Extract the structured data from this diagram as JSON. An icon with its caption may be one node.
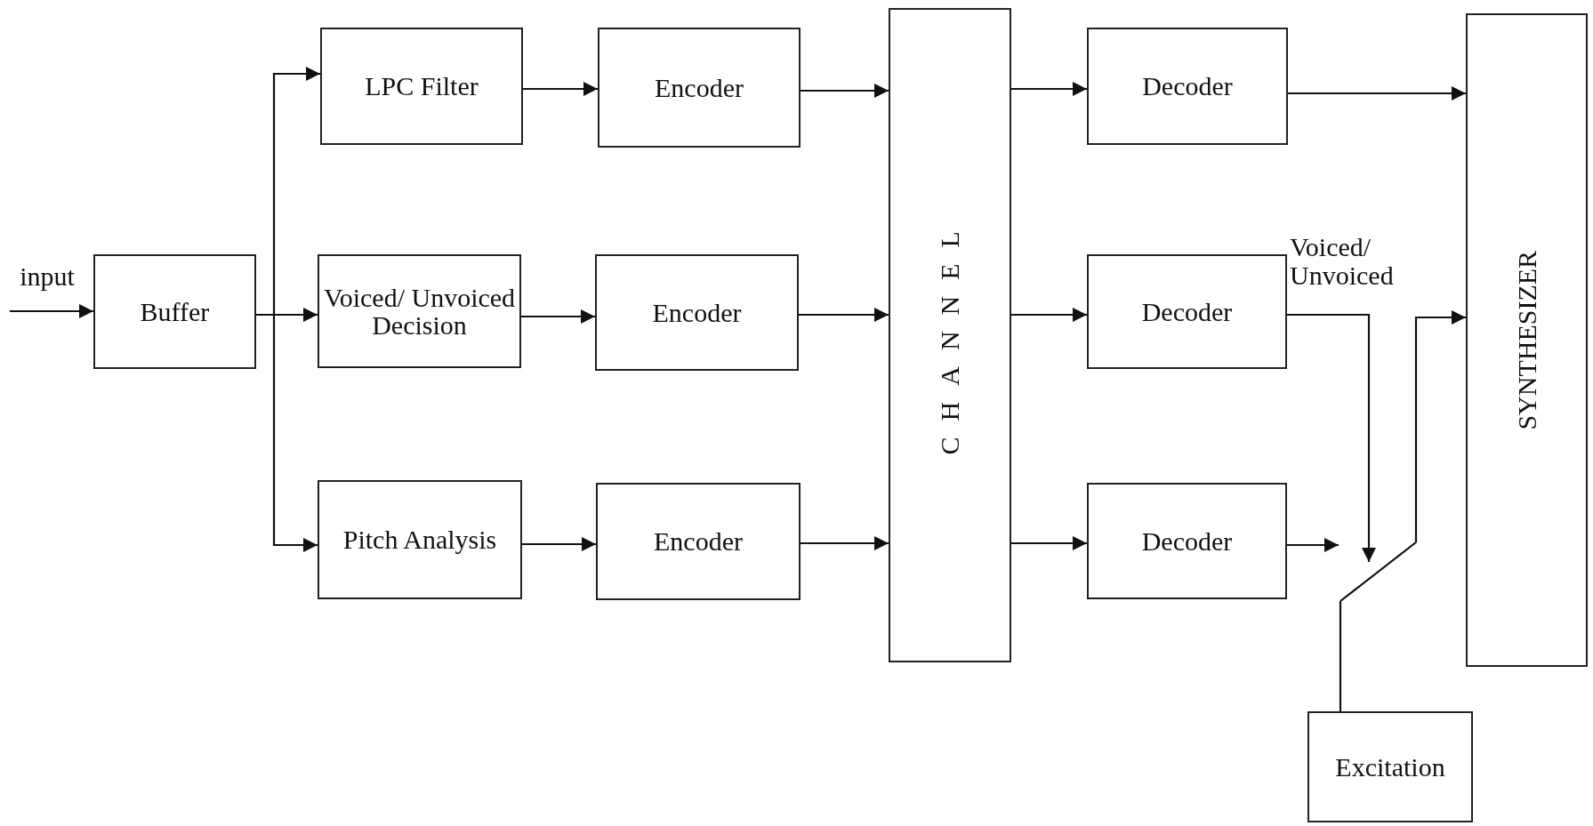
{
  "diagram": {
    "nodes": [
      {
        "text": [
          "input"
        ]
      },
      {
        "text": [
          "Buffer"
        ]
      },
      {
        "text": [
          "LPC Filter"
        ]
      },
      {
        "text": [
          "Voiced/ Unvoiced Decision"
        ]
      },
      {
        "text": [
          "Pitch Analysis"
        ]
      },
      {
        "text": [
          "Encoder"
        ]
      },
      {
        "text": [
          "Encoder"
        ]
      },
      {
        "text": [
          "Encoder"
        ]
      },
      {
        "text": [
          "CHANNEL"
        ]
      },
      {
        "text": [
          "Decoder"
        ]
      },
      {
        "text": [
          "Decoder"
        ]
      },
      {
        "text": [
          "Decoder"
        ]
      },
      {
        "text": [
          "SYNTHESIZER"
        ]
      },
      {
        "text": [
          "Excitation"
        ]
      },
      {
        "text": [],
        "shape": "switch"
      }
    ],
    "edges": [
      {
        "from": 0,
        "to": 1,
        "arrow": "to"
      },
      {
        "from": 1,
        "to": 2,
        "arrow": "to"
      },
      {
        "from": 1,
        "to": 3,
        "arrow": "to"
      },
      {
        "from": 1,
        "to": 4,
        "arrow": "to"
      },
      {
        "from": 2,
        "to": 5,
        "arrow": "to"
      },
      {
        "from": 3,
        "to": 6,
        "arrow": "to"
      },
      {
        "from": 4,
        "to": 7,
        "arrow": "to"
      },
      {
        "from": 5,
        "to": 8,
        "arrow": "to"
      },
      {
        "from": 6,
        "to": 8,
        "arrow": "to"
      },
      {
        "from": 7,
        "to": 8,
        "arrow": "to"
      },
      {
        "from": 8,
        "to": 9,
        "arrow": "to"
      },
      {
        "from": 8,
        "to": 10,
        "arrow": "to"
      },
      {
        "from": 8,
        "to": 11,
        "arrow": "to"
      },
      {
        "from": 9,
        "to": 12,
        "arrow": "to"
      },
      {
        "from": 10,
        "to": 14,
        "arrow": "to",
        "label": "Voiced/ Unvoiced"
      },
      {
        "from": 11,
        "to": 14,
        "arrow": "to"
      },
      {
        "from": 13,
        "to": 14,
        "arrow": "none"
      },
      {
        "from": 14,
        "to": 12,
        "arrow": "to"
      }
    ]
  }
}
